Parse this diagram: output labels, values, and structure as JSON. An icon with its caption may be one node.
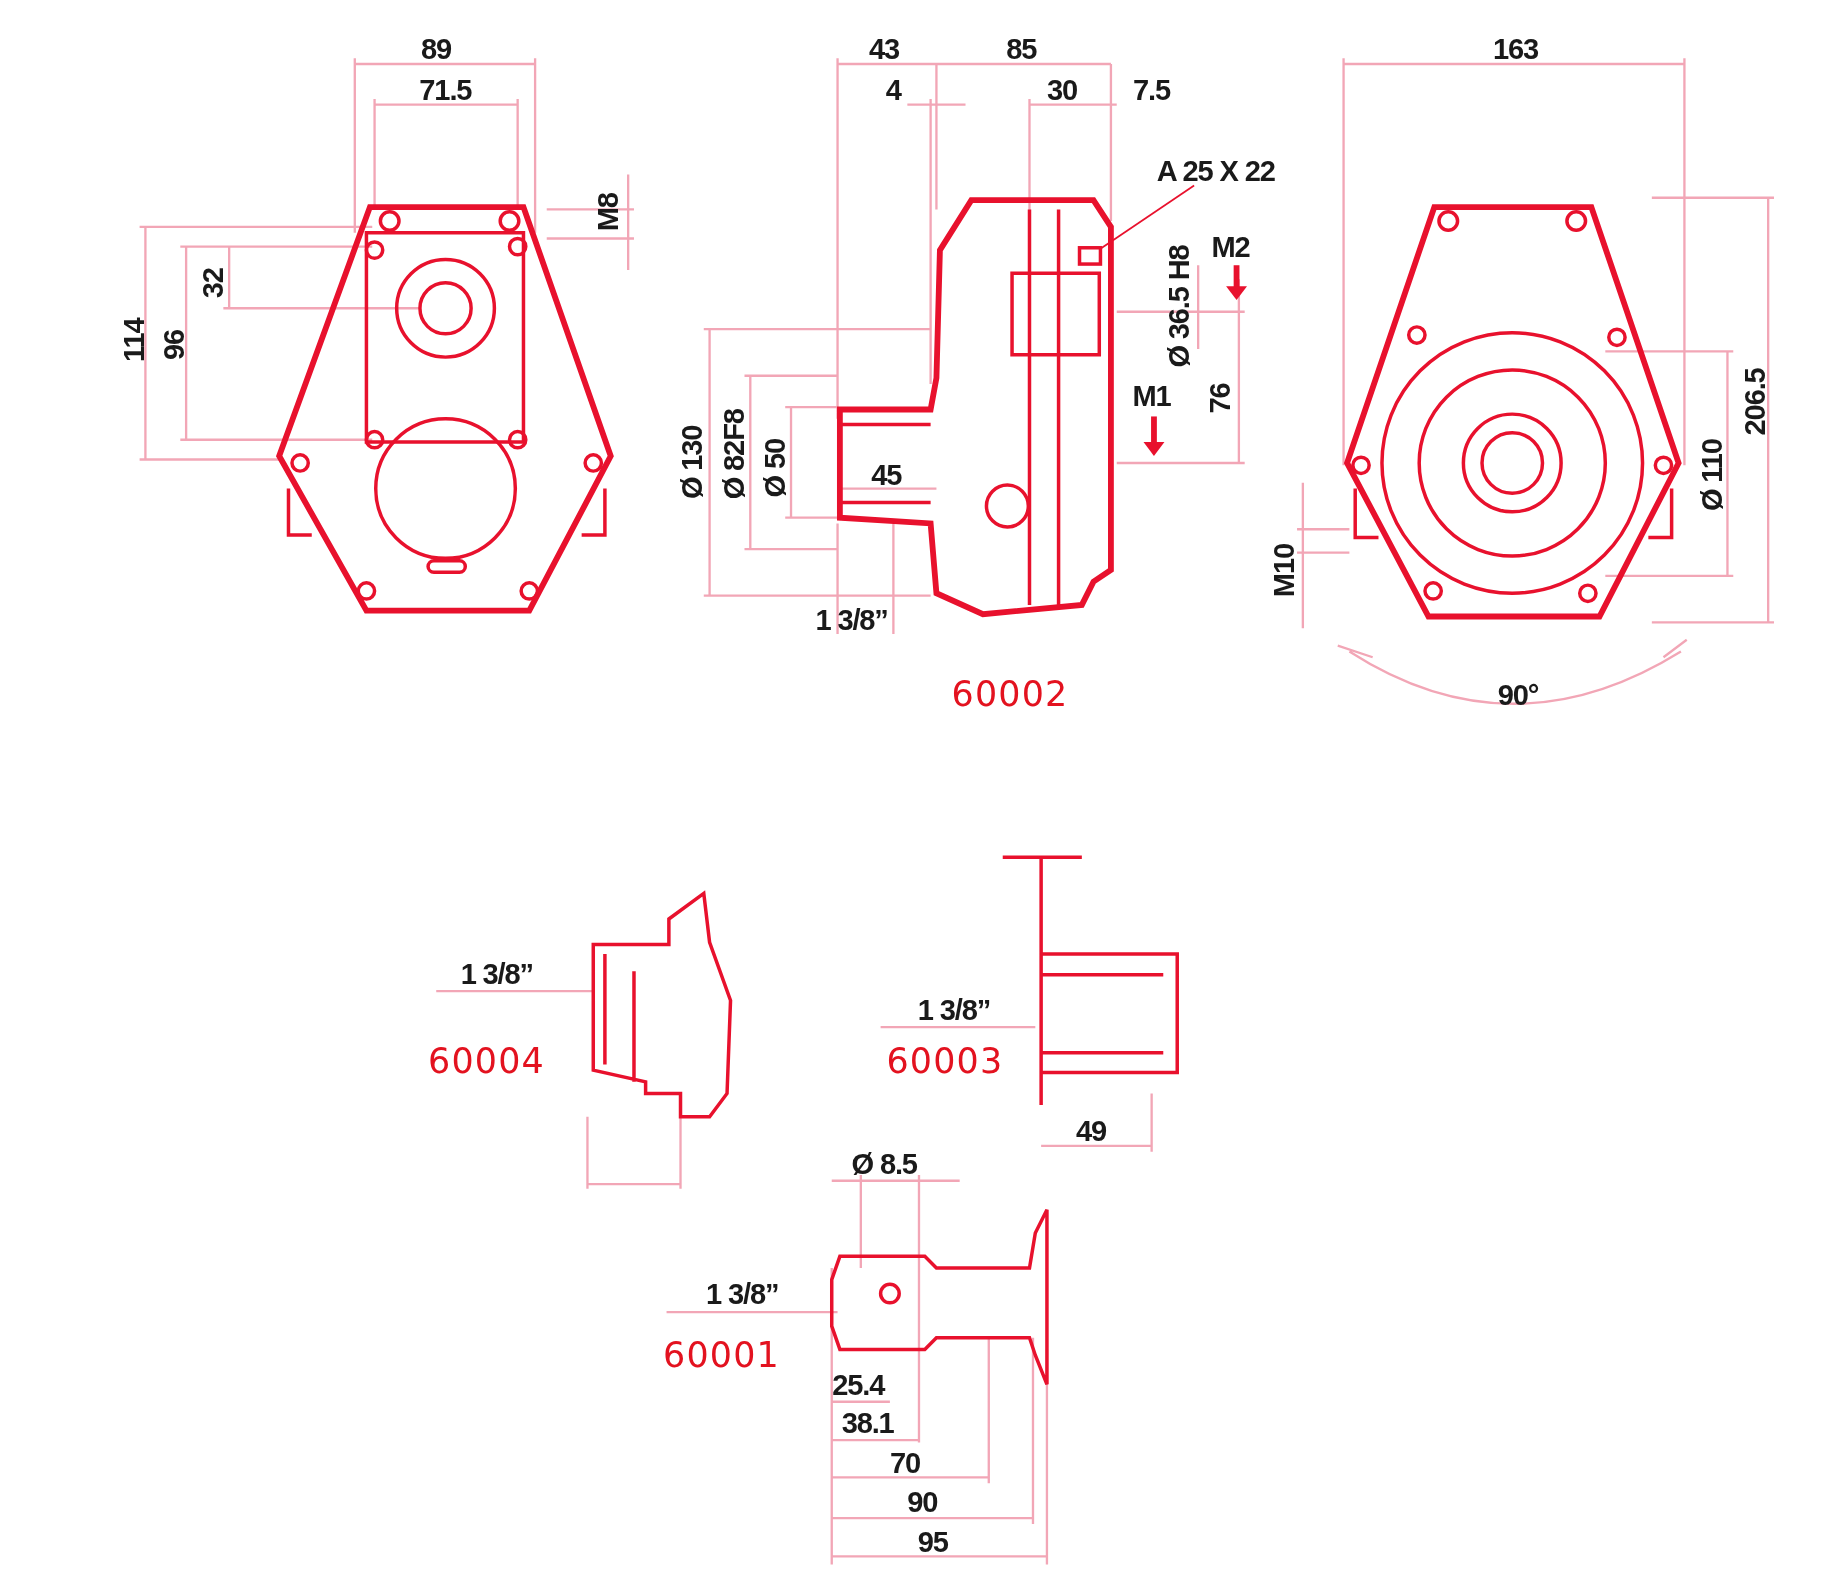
{
  "diagram": {
    "nodes": [
      {
        "text": [
          "A 25 X 22"
        ]
      },
      {
        "text": [],
        "shape": "box"
      }
    ],
    "edges": [
      {
        "from": 0,
        "to": 1,
        "arrow": "none"
      }
    ],
    "labels": [
      "89",
      "71.5",
      "43",
      "85",
      "4",
      "30",
      "7.5",
      "163",
      "M8",
      "M2",
      "32",
      "Ø 36.5 H8",
      "114",
      "96",
      "M1",
      "76",
      "206.5",
      "Ø 130",
      "Ø 82F8",
      "Ø 50",
      "45",
      "Ø 110",
      "M10",
      "1 3/8”",
      "60002",
      "90°",
      "1 3/8”",
      "60004",
      "1 3/8”",
      "60003",
      "49",
      "Ø 8.5",
      "1 3/8”",
      "60001",
      "25.4",
      "38.1",
      "70",
      "90",
      "95"
    ]
  }
}
